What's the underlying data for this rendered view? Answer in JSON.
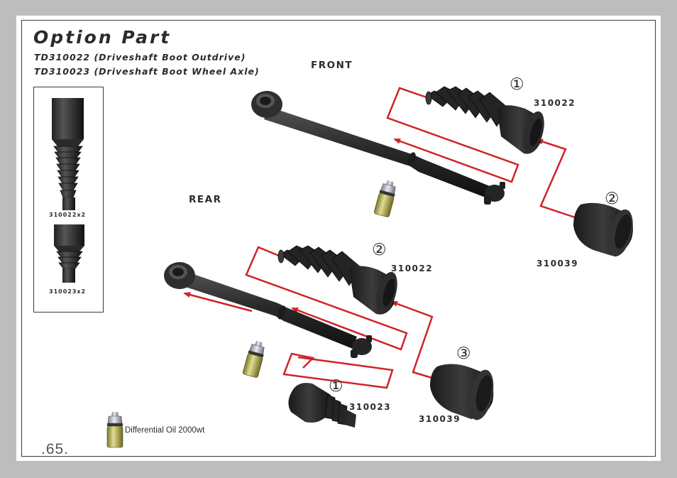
{
  "title": "Option Part",
  "subtitle_lines": [
    "TD310022 (Driveshaft Boot Outdrive)",
    "TD310023 (Driveshaft Boot Wheel Axle)"
  ],
  "sections": {
    "front": "FRONT",
    "rear": "REAR"
  },
  "callouts": {
    "front_1": "①",
    "front_2": "②",
    "rear_2": "②",
    "rear_3": "③",
    "rear_1": "①"
  },
  "part_numbers": {
    "front_boot": "310022",
    "front_cup": "310039",
    "rear_boot": "310022",
    "rear_cup": "310039",
    "rear_small_boot": "310023"
  },
  "inset_labels": {
    "boot_large": "310022x2",
    "boot_small": "310023x2"
  },
  "legend": {
    "oil": "Differential Oil 2000wt"
  },
  "page_number": ".65.",
  "colors": {
    "arrow": "#d02229",
    "part": "#262626",
    "oil_body": "#b5ad4c"
  }
}
